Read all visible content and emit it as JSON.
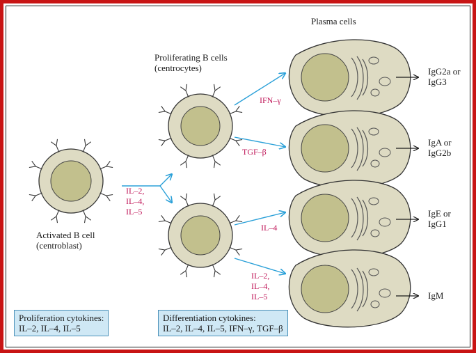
{
  "labels": {
    "activated_line1": "Activated B cell",
    "activated_line2": "(centroblast)",
    "proliferating_line1": "Proliferating B cells",
    "proliferating_line2": "(centrocytes)",
    "plasma": "Plasma cells"
  },
  "cytokines": {
    "to_prolif": [
      "IL–2,",
      "IL–4,",
      "IL–5"
    ],
    "ifn": "IFN–γ",
    "tgf": "TGF–β",
    "il4": "IL–4",
    "igm_group": [
      "IL–2,",
      "IL–4,",
      "IL–5"
    ]
  },
  "outputs": {
    "o1": [
      "IgG2a or",
      "IgG3"
    ],
    "o2": [
      "IgA or",
      "IgG2b"
    ],
    "o3": [
      "IgE or",
      "IgG1"
    ],
    "o4": [
      "IgM"
    ]
  },
  "boxes": {
    "prolif_title": "Proliferation cytokines:",
    "prolif_list": "IL–2, IL–4, IL–5",
    "diff_title": "Differentiation cytokines:",
    "diff_list": "IL–2, IL–4, IL–5, IFN–γ, TGF–β"
  },
  "colors": {
    "frame": "#c81414",
    "cell_membrane": "#dedbc3",
    "nucleus": "#c2c08d",
    "cytokine_text": "#c0185a",
    "arrow_blue": "#2aa0d8",
    "box_fill": "#cfe8f5"
  }
}
